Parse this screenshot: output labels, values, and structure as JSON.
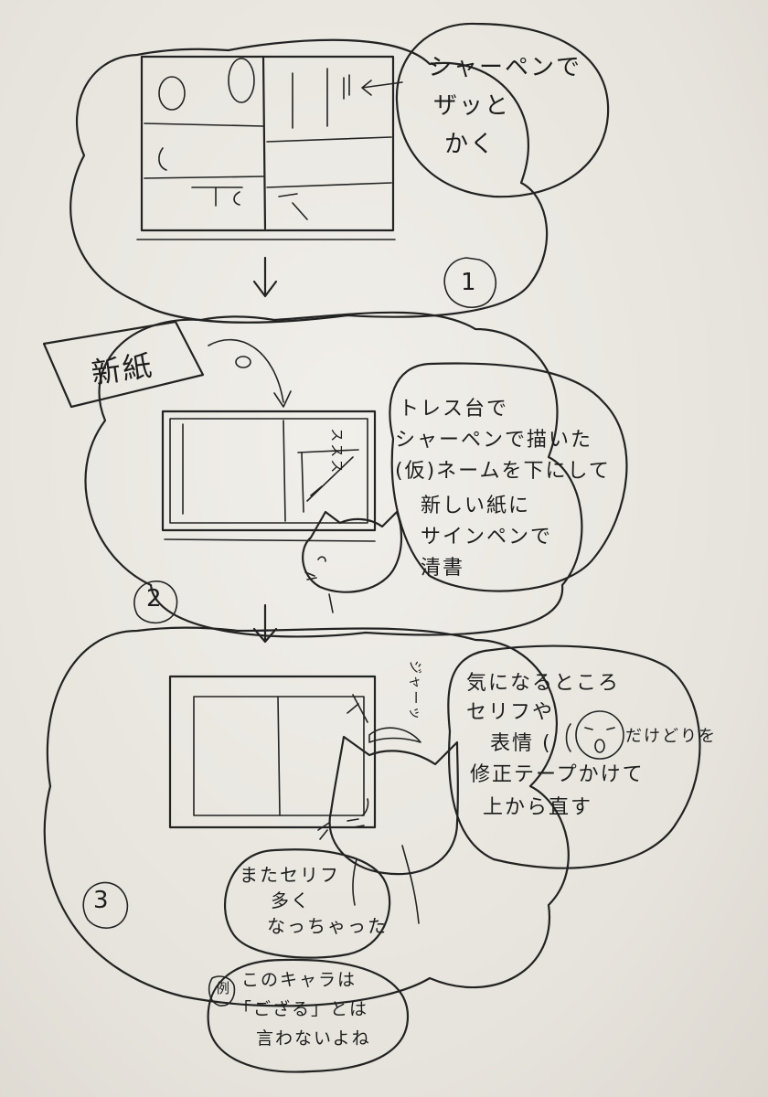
{
  "step1": {
    "number": "1",
    "note_lines": [
      "シャーペンで",
      "ザッと",
      "かく"
    ]
  },
  "step2": {
    "number": "2",
    "label": "新紙",
    "note_lines": [
      "トレス台で",
      "シャーペンで描いた",
      "(仮)ネームを下にして",
      "新しい紙に",
      "サインペンで",
      "清書"
    ],
    "sfx": "ススス"
  },
  "step3": {
    "number": "3",
    "note_lines": [
      "気になるところ",
      "セリフや",
      "表情 (",
      "だけどりを",
      "修正テープかけて",
      "上から直す"
    ],
    "sfx": "ジャーッ",
    "bubble_lines": [
      "またセリフ",
      "多く",
      "なっちゃった"
    ],
    "example_label": "例",
    "example_lines": [
      "このキャラは",
      "「ござる」とは",
      "言わないよね"
    ]
  },
  "icons": {
    "arrow": "down-arrow-icon",
    "cat": "cat-icon",
    "face": "surprised-face-icon"
  }
}
